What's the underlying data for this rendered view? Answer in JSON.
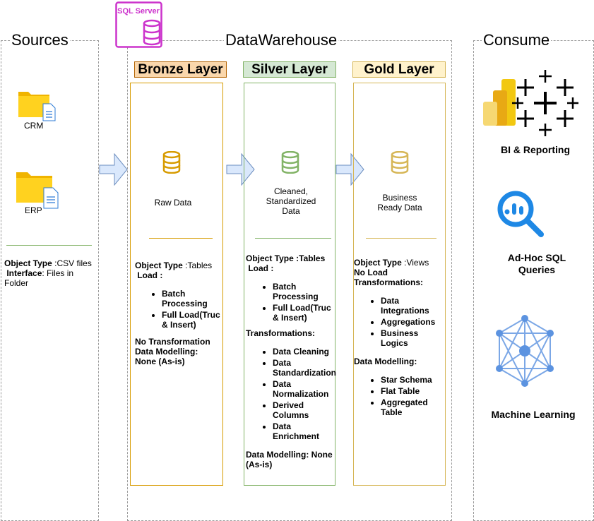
{
  "sql_server": {
    "label": "SQL Server"
  },
  "sections": {
    "sources": "Sources",
    "warehouse": "DataWarehouse",
    "consume": "Consume"
  },
  "sources": {
    "crm": "CRM",
    "erp": "ERP",
    "object_type_label": "Object Type",
    "object_type_value": " :CSV files",
    "interface_label": "Interface",
    "interface_value": ": Files in Folder"
  },
  "bronze": {
    "title": "Bronze Layer",
    "description": "Raw Data",
    "object_type_label": "Object Type",
    "object_type_value": " :Tables",
    "load_label": "Load :",
    "load_items": [
      "Batch Processing",
      "Full Load(Truc & Insert)"
    ],
    "transformation": "No Transformation",
    "modelling": "Data Modelling: None (As-is)",
    "color": "#d79b00"
  },
  "silver": {
    "title": "Silver Layer",
    "description": "Cleaned, Standardized Data",
    "object_type_label": "Object Type :Tables",
    "load_label": "Load :",
    "load_items": [
      "Batch Processing",
      "Full Load(Truc & Insert)"
    ],
    "transformations_label": "Transformations:",
    "transformation_items": [
      "Data Cleaning",
      "Data Standardization",
      "Data Normalization",
      "Derived Columns",
      "Data Enrichment"
    ],
    "modelling": "Data Modelling: None (As-is)",
    "color": "#82b366"
  },
  "gold": {
    "title": "Gold Layer",
    "description": "Business Ready Data",
    "object_type_label": "Object Type",
    "object_type_value": " :Views",
    "load_label": "No Load",
    "transformations_label": "Transformations:",
    "transformation_items": [
      "Data Integrations",
      "Aggregations",
      "Business Logics"
    ],
    "modelling_label": "Data Modelling:",
    "modelling_items": [
      "Star Schema",
      "Flat Table",
      "Aggregated Table"
    ],
    "color": "#d6b656"
  },
  "consume": {
    "bi": "BI & Reporting",
    "sql": "Ad-Hoc SQL Queries",
    "ml": "Machine Learning"
  },
  "colors": {
    "bronze_fill": "#fad7ac",
    "silver_fill": "#d5e8d4",
    "gold_fill": "#fff2cc",
    "sql_server": "#cc33cc",
    "arrow": "#dae8fc",
    "arrow_stroke": "#6c8ebf"
  }
}
